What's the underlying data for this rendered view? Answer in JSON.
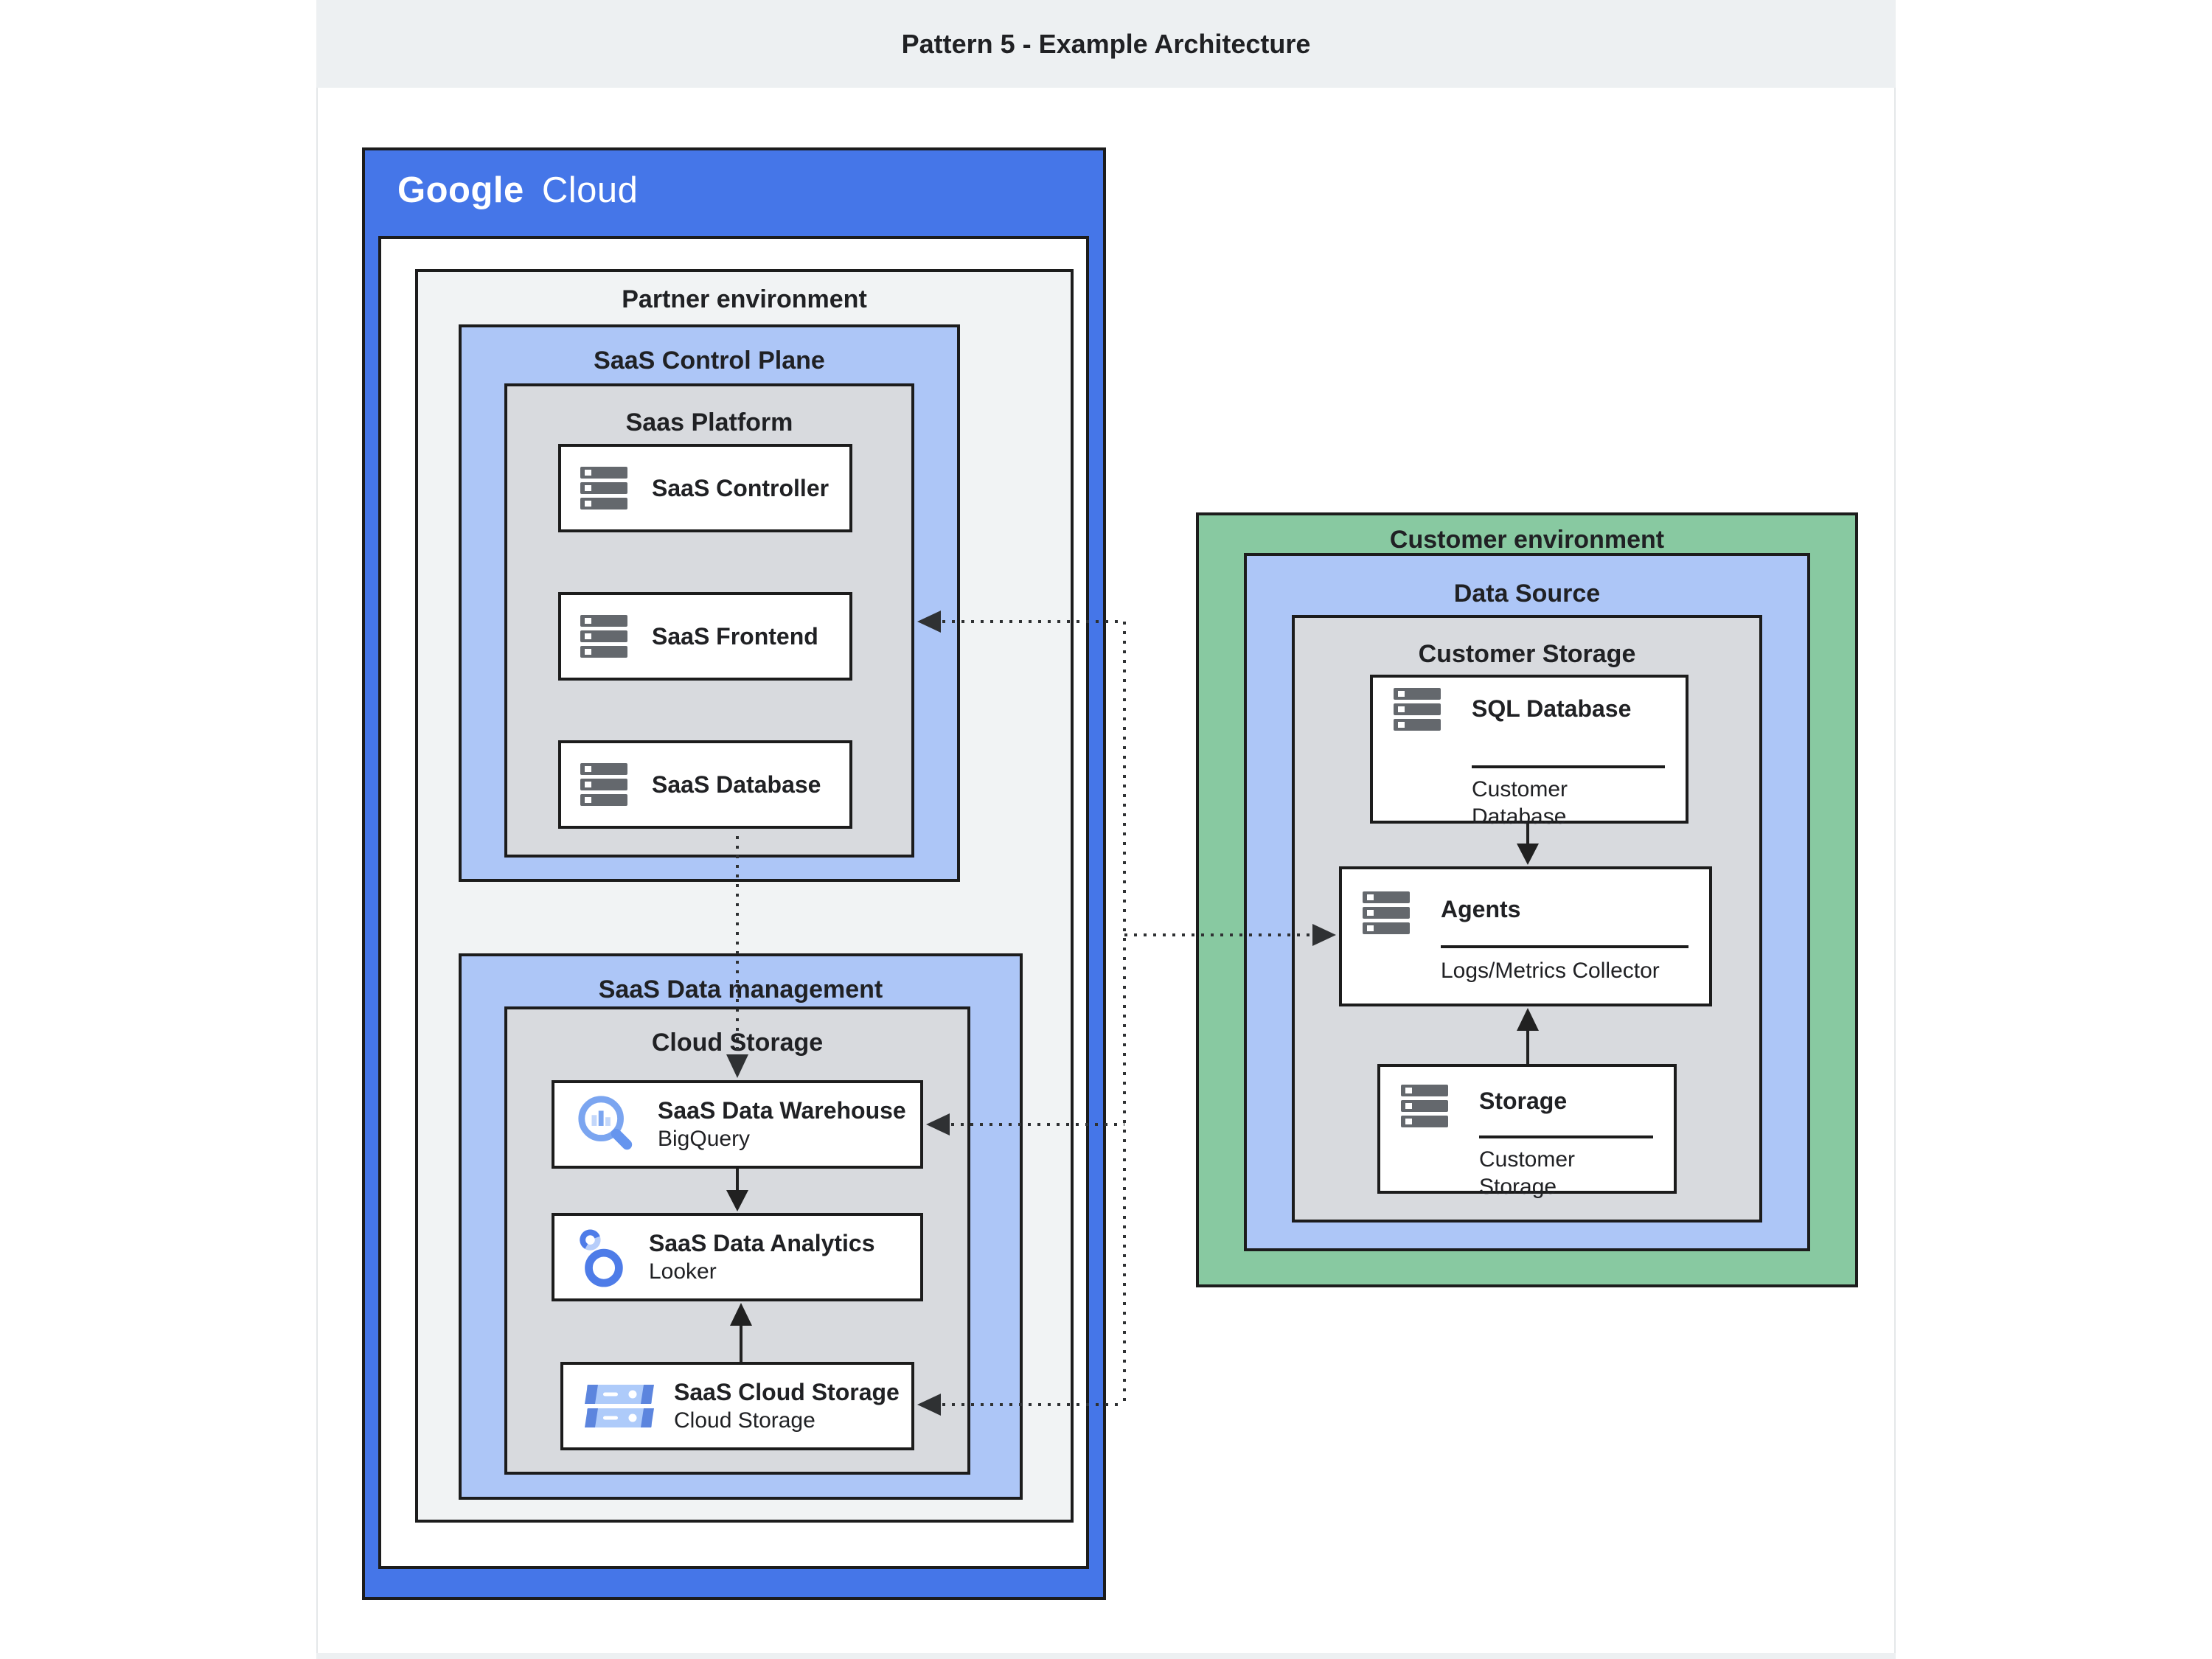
{
  "header": {
    "title": "Pattern 5 - Example Architecture"
  },
  "google_cloud": {
    "logo_google": "Google",
    "logo_cloud": "Cloud"
  },
  "partner_env": {
    "label": "Partner environment",
    "control_plane": {
      "label": "SaaS Control Plane",
      "platform": {
        "label": "Saas Platform",
        "cards": [
          {
            "title": "SaaS Controller",
            "icon": "server-icon"
          },
          {
            "title": "SaaS Frontend",
            "icon": "server-icon"
          },
          {
            "title": "SaaS Database",
            "icon": "server-icon"
          }
        ]
      }
    },
    "data_management": {
      "label": "SaaS Data management",
      "cloud_storage": {
        "label": "Cloud Storage",
        "cards": [
          {
            "title": "SaaS Data Warehouse",
            "subtitle": "BigQuery",
            "icon": "bigquery-icon"
          },
          {
            "title": "SaaS Data Analytics",
            "subtitle": "Looker",
            "icon": "looker-icon"
          },
          {
            "title": "SaaS Cloud Storage",
            "subtitle": "Cloud Storage",
            "icon": "cloud-storage-icon"
          }
        ]
      }
    }
  },
  "customer_env": {
    "label": "Customer environment",
    "data_source": {
      "label": "Data Source",
      "customer_storage": {
        "label": "Customer Storage",
        "cards": [
          {
            "title": "SQL Database",
            "subtitle": "Customer Database",
            "icon": "server-icon"
          },
          {
            "title": "Agents",
            "subtitle": "Logs/Metrics Collector",
            "icon": "server-icon"
          },
          {
            "title": "Storage",
            "subtitle": "Customer Storage",
            "icon": "server-icon"
          }
        ]
      }
    }
  },
  "colors": {
    "google_blue_frame": "#4576e8",
    "light_blue_zone": "#adc6f7",
    "gray_zone": "#d8dade",
    "pale_gray_zone": "#f1f3f4",
    "green_zone": "#88c9a1",
    "header_strip": "#edf0f2",
    "border": "#1c1c1c",
    "text": "#202124",
    "icon_gray": "#64686d",
    "icon_blue_medium": "#5c85de",
    "icon_blue_light": "#aecbfa"
  }
}
